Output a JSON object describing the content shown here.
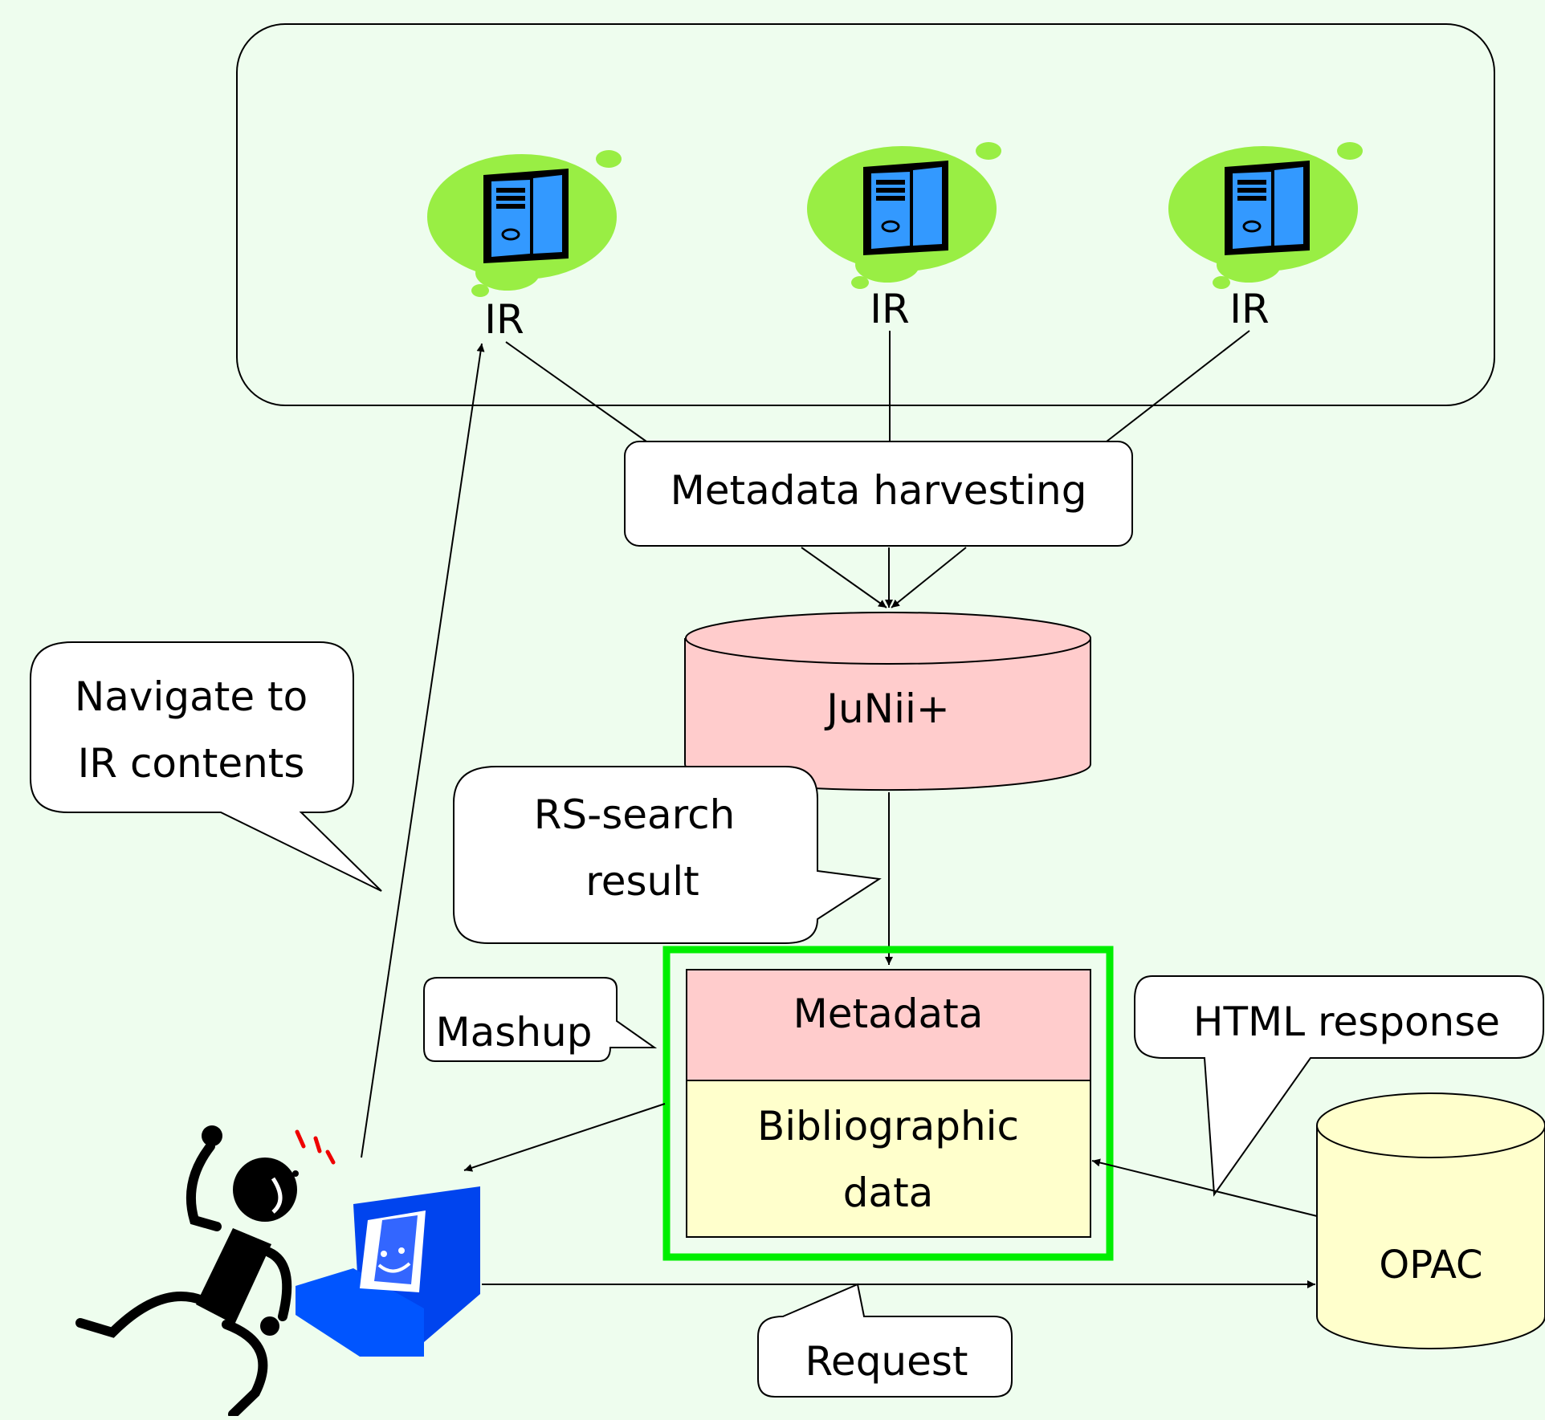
{
  "servers": [
    {
      "label": "IR",
      "icon": "server-icon"
    },
    {
      "label": "IR",
      "icon": "server-icon"
    },
    {
      "label": "IR",
      "icon": "server-icon"
    }
  ],
  "harvest": {
    "label": "Metadata harvesting"
  },
  "database": {
    "label": "JuNii+"
  },
  "callouts": {
    "navigate": {
      "line1": "Navigate to",
      "line2": "IR contents"
    },
    "rs_search": {
      "line1": "RS-search",
      "line2": "result"
    },
    "mashup": "Mashup",
    "html_response": "HTML response",
    "request": "Request"
  },
  "mashup_box": {
    "metadata": "Metadata",
    "biblio_line1": "Bibliographic",
    "biblio_line2": "data"
  },
  "opac": {
    "label": "OPAC"
  },
  "colors": {
    "background": "#eefdee",
    "metadata_fill": "#ffcccc",
    "biblio_fill": "#ffffcc",
    "mashup_border": "#00ee00",
    "server_blob": "#99ee44",
    "server_blue": "#3399ff",
    "computer_blue": "#0044ee"
  }
}
